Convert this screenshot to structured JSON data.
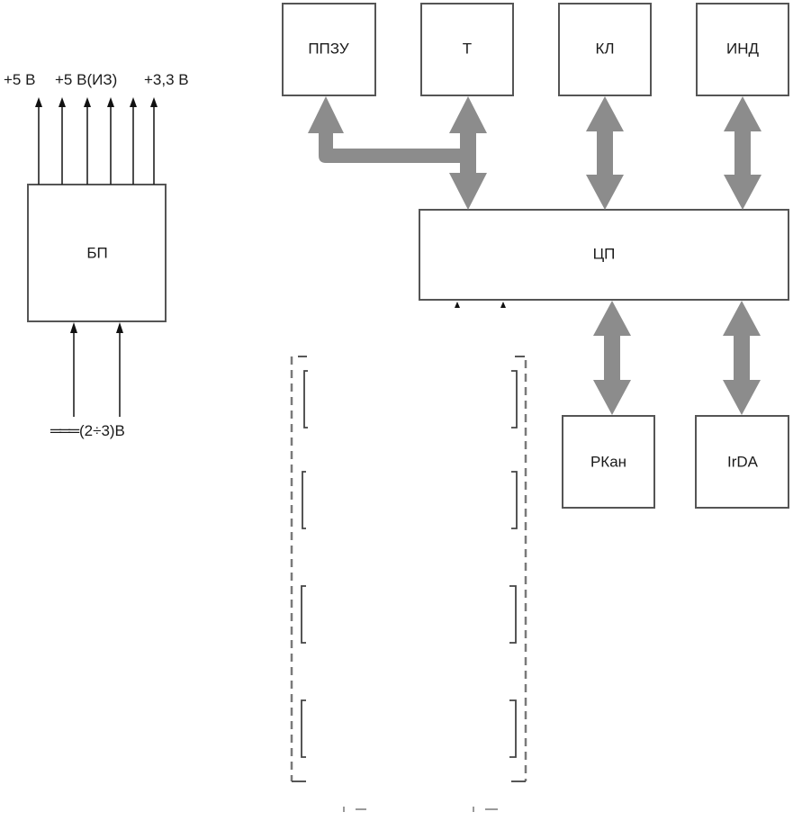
{
  "diagram": {
    "blocks": {
      "power_supply": "БП",
      "rom": "ППЗУ",
      "timer": "Т",
      "keyboard": "КЛ",
      "indicator": "ИНД",
      "cpu": "ЦП",
      "radio_channel": "РКан",
      "irda": "IrDA"
    },
    "power_outputs": {
      "label_1": "+5 В",
      "label_2": "+5 В(ИЗ)",
      "label_3": "+3,3 В"
    },
    "power_input": {
      "dc_symbol": "═══",
      "label": "(2÷3)В"
    },
    "colors": {
      "bus": "#8c8c8c",
      "box_border": "#555555",
      "wire": "#222222",
      "dashed_frame": "#7a7a7a"
    }
  }
}
